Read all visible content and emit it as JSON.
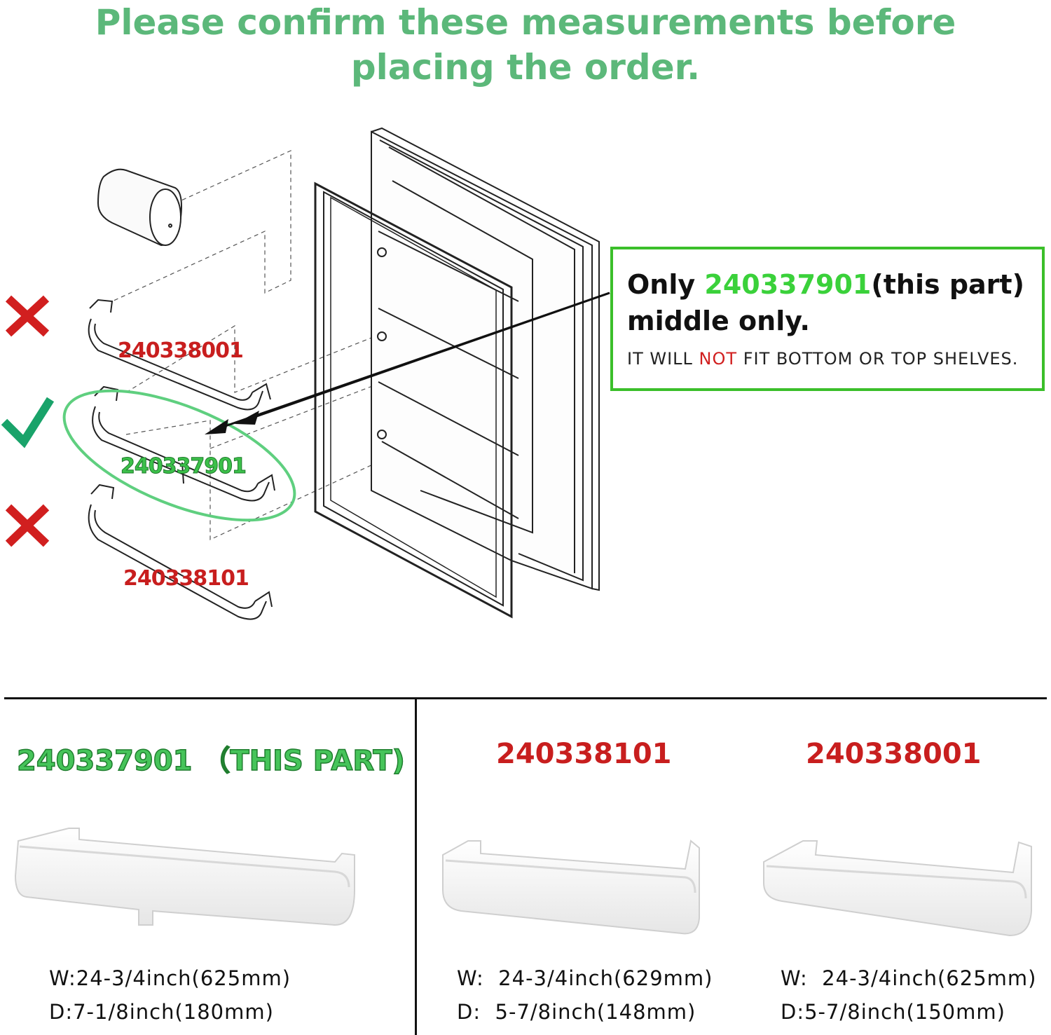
{
  "header": {
    "line1": "Please confirm these measurements before",
    "line2": "placing the order."
  },
  "callout": {
    "only": "Only ",
    "part": "240337901",
    "this_part": "(this part)",
    "middle_only": "middle only.",
    "warn_pre": "IT WILL ",
    "warn_not": "NOT",
    "warn_post": " FIT BOTTOM OR TOP SHELVES."
  },
  "diagram": {
    "top_label": "240338001",
    "middle_label": "240337901",
    "bottom_label": "240338101"
  },
  "columns": [
    {
      "title": "240337901 （THIS PART)",
      "width": "W:24-3/4inch(625mm)",
      "depth": "D:7-1/8inch(180mm)"
    },
    {
      "title": "240338101",
      "width": "W:  24-3/4inch(629mm)",
      "depth": "D:  5-7/8inch(148mm)"
    },
    {
      "title": "240338001",
      "width": "W:  24-3/4inch(625mm)",
      "depth": "D:5-7/8inch(150mm)"
    }
  ],
  "colors": {
    "headline": "#5cb87a",
    "ok": "#3ad13a",
    "bad": "#d11f1f"
  }
}
